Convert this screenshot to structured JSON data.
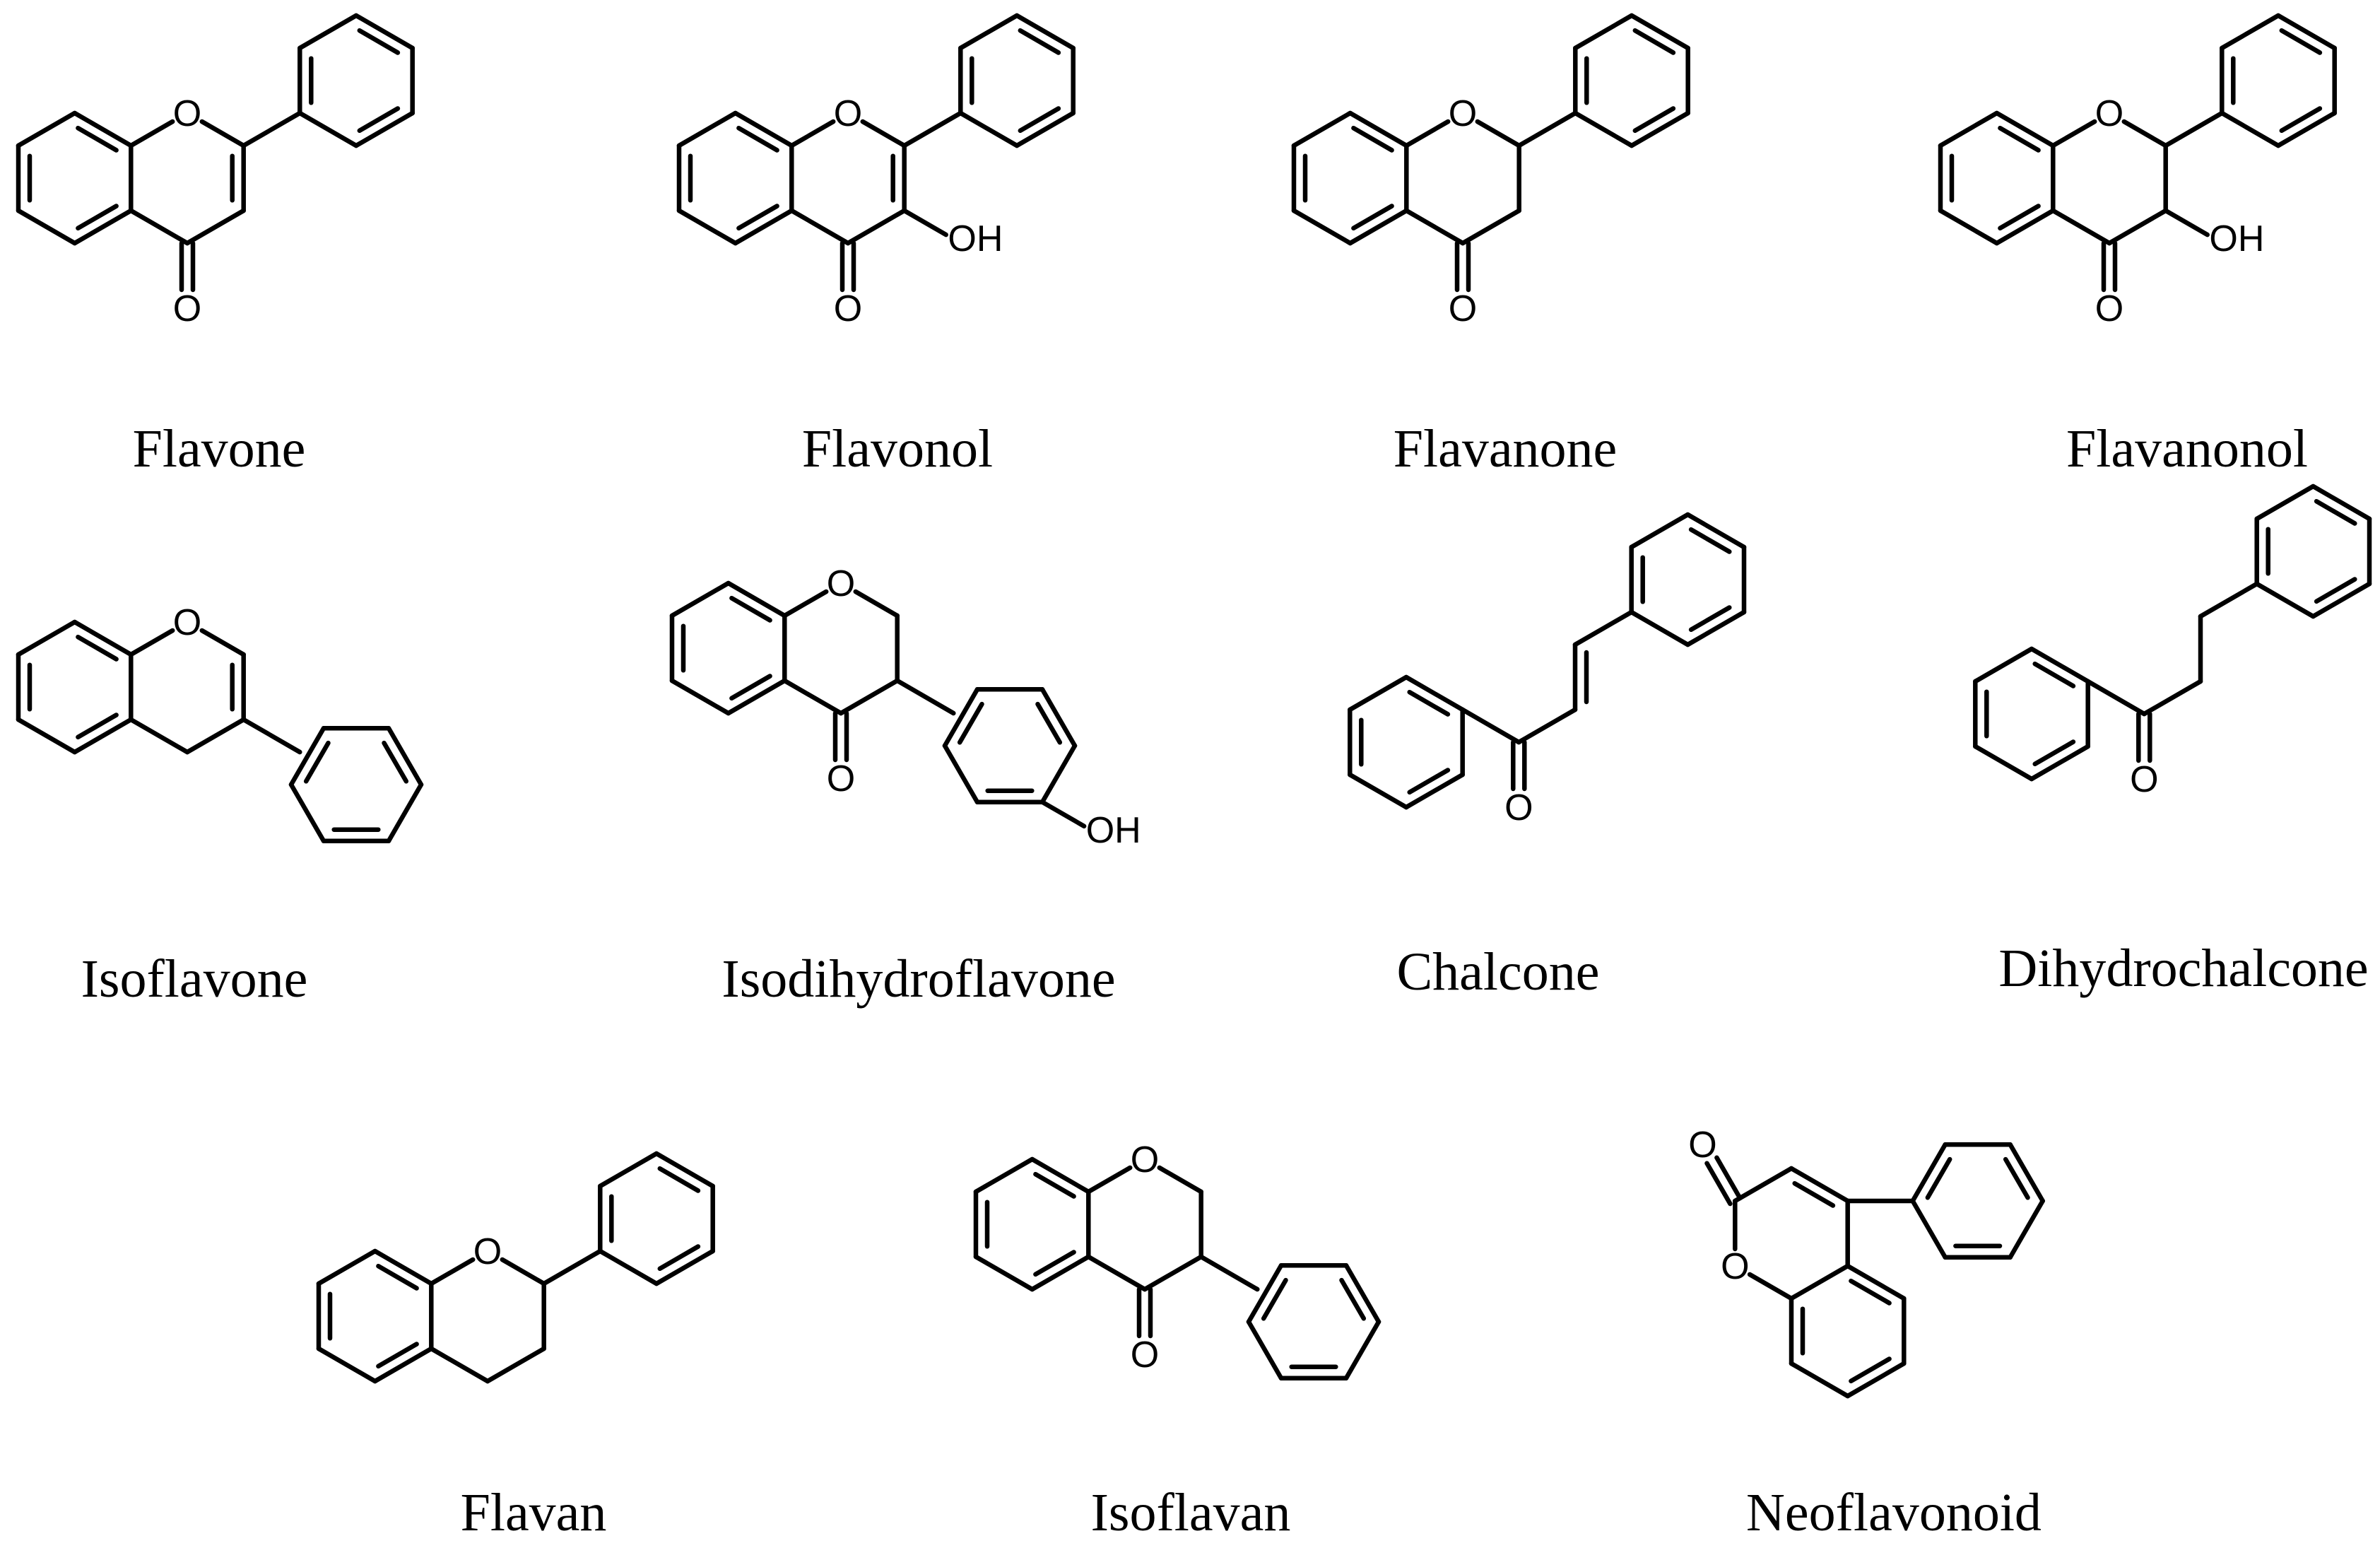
{
  "atoms": {
    "oxygen": "O",
    "hydroxyl": "OH"
  },
  "compounds": [
    {
      "id": "flavone",
      "label": "Flavone"
    },
    {
      "id": "flavonol",
      "label": "Flavonol"
    },
    {
      "id": "flavanone",
      "label": "Flavanone"
    },
    {
      "id": "flavanonol",
      "label": "Flavanonol"
    },
    {
      "id": "isoflavone",
      "label": "Isoflavone"
    },
    {
      "id": "isodihydroflavone",
      "label": "Isodihydroflavone"
    },
    {
      "id": "chalcone",
      "label": "Chalcone"
    },
    {
      "id": "dihydrochalcone",
      "label": "Dihydrochalcone"
    },
    {
      "id": "flavan",
      "label": "Flavan"
    },
    {
      "id": "isoflavan",
      "label": "Isoflavan"
    },
    {
      "id": "neoflavonoid",
      "label": "Neoflavonoid"
    }
  ]
}
